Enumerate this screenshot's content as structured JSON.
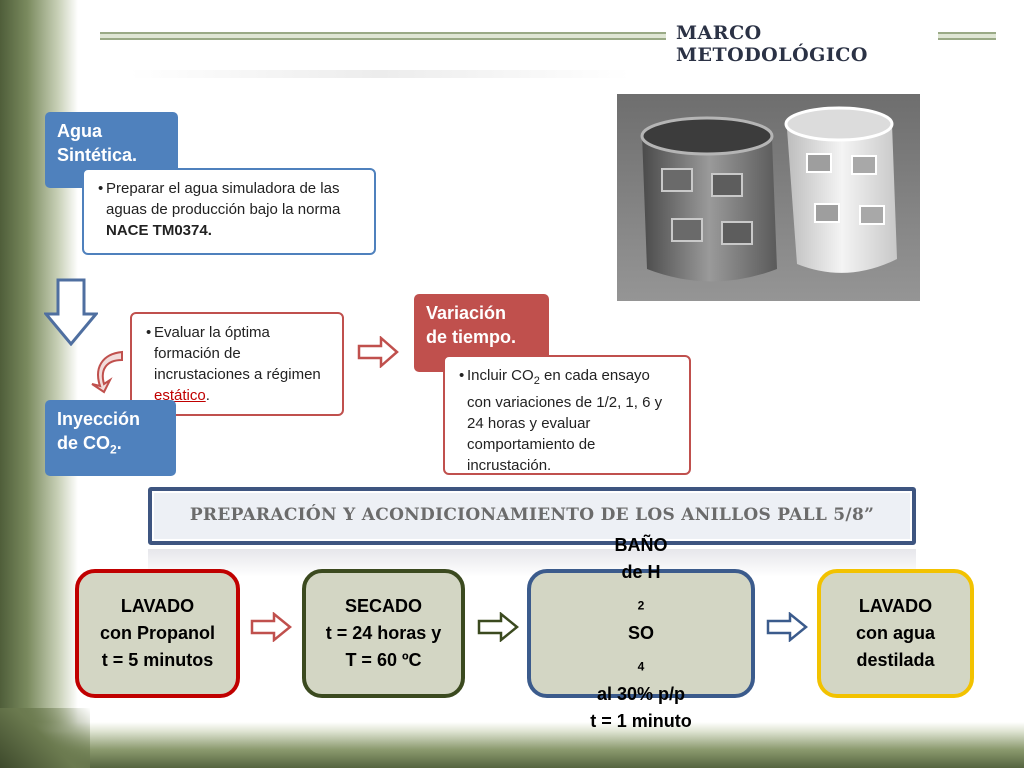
{
  "header": {
    "title": "MARCO METODOLÓGICO"
  },
  "agua": {
    "label_line1": "Agua",
    "label_line2": "Sintética.",
    "text_pre": "Preparar el agua simuladora de las aguas de producción bajo la norma ",
    "text_bold": "NACE TM0374."
  },
  "inyeccion": {
    "label_line1": "Inyección",
    "label_line2_pre": "de CO",
    "label_sub": "2",
    "label_post": ".",
    "text_pre": "Evaluar la óptima formación de incrustaciones a régimen ",
    "text_highlight": "estático",
    "text_post": "."
  },
  "variacion": {
    "label_line1": "Variación",
    "label_line2": "de tiempo.",
    "text_pre": "Incluir CO",
    "text_sub": "2",
    "text_post": " en cada ensayo con variaciones de 1/2, 1, 6 y 24 horas y evaluar comportamiento de incrustación."
  },
  "banner": {
    "title": "PREPARACIÓN Y ACONDICIONAMIENTO DE LOS ANILLOS PALL 5/8”"
  },
  "steps": [
    {
      "line1": "LAVADO",
      "line2": "con Propanol",
      "line3": "t = 5 minutos",
      "border_color": "#c00000"
    },
    {
      "line1": "SECADO",
      "line2": "t = 24 horas y",
      "line3": "T = 60 ºC",
      "border_color": "#3b4a1f"
    },
    {
      "line1": "BAÑO",
      "line2_pre": "de H",
      "line2_sub1": "2",
      "line2_mid": "SO",
      "line2_sub2": "4",
      "line2_post": " al 30% p/p",
      "line3": "t = 1 minuto",
      "border_color": "#3b5b8c"
    },
    {
      "line1": "LAVADO",
      "line2": "con agua",
      "line3": "destilada",
      "border_color": "#f2c200"
    }
  ],
  "colors": {
    "blue": "#4f81bd",
    "red": "#c0504d",
    "step_fill": "#d3d6c4"
  }
}
